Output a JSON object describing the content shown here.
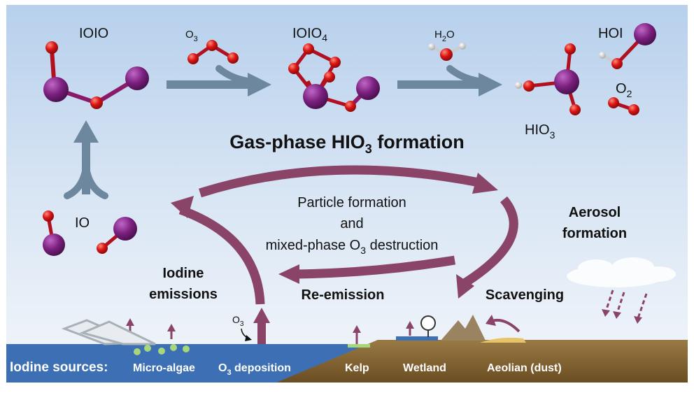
{
  "molecules": {
    "ioio": "IOIO",
    "o3": "O",
    "o3_sub": "3",
    "ioio4": "IOIO",
    "ioio4_sub": "4",
    "h2o_h": "H",
    "h2o_sub": "2",
    "h2o_o": "O",
    "hoi": "HOI",
    "o2": "O",
    "o2_sub": "2",
    "hio3": "HIO",
    "hio3_sub": "3",
    "io": "IO"
  },
  "title": {
    "pre": "Gas-phase HIO",
    "sub": "3",
    "post": " formation"
  },
  "cycle": {
    "line1": "Particle formation",
    "line2": "and",
    "line3_pre": "mixed-phase O",
    "line3_sub": "3",
    "line3_post": " destruction"
  },
  "labels": {
    "aerosol1": "Aerosol",
    "aerosol2": "formation",
    "iodine1": "Iodine",
    "iodine2": "emissions",
    "reemission": "Re-emission",
    "scavenging": "Scavenging",
    "o3_small": "O",
    "o3_small_sub": "3"
  },
  "sources": {
    "heading": "Iodine sources:",
    "micro_algae": "Micro-algae",
    "o3dep_pre": "O",
    "o3dep_sub": "3",
    "o3dep_post": " deposition",
    "kelp": "Kelp",
    "wetland": "Wetland",
    "aeolian": "Aeolian (dust)"
  },
  "colors": {
    "iodine": "#7a1f7e",
    "oxygen": "#d81414",
    "hydrogen": "#e6e6e6",
    "arrow": "#6d879e",
    "cycle": "#8a4468",
    "sea": "#3d6fb4",
    "land": "#8c6a38"
  }
}
